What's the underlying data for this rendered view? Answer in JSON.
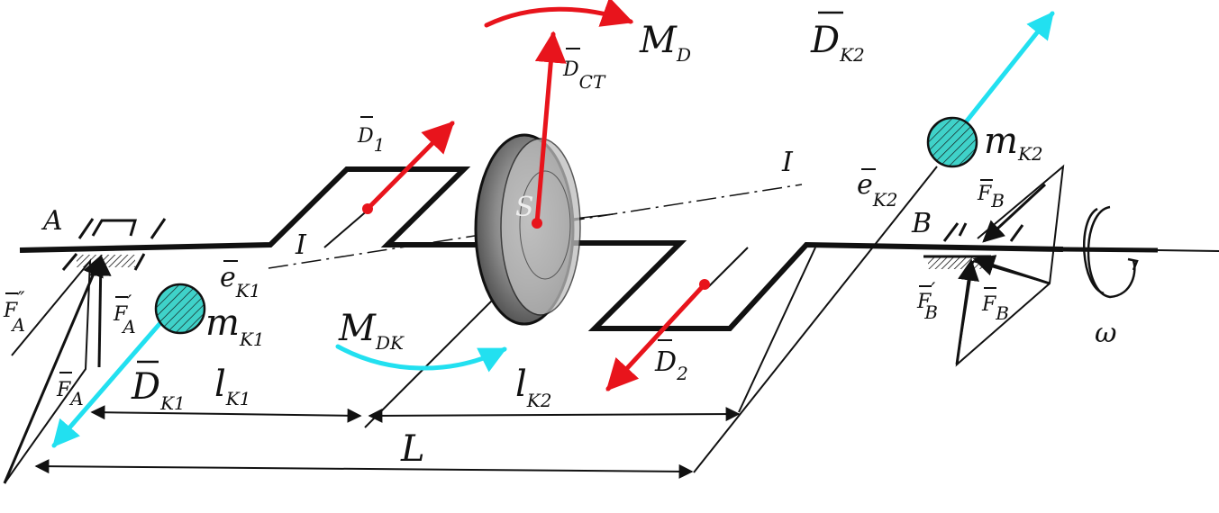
{
  "colors": {
    "shaft": "#111111",
    "red_vector": "#e8141c",
    "cyan_vector": "#22e0f0",
    "mass_fill": "#3fd2c9",
    "disk": "#6b6b6b"
  },
  "labels": {
    "support_a": "A",
    "support_b": "B",
    "section_left": "I",
    "section_right": "I",
    "disk_center": "S",
    "omega": "ω",
    "L": "L",
    "l_k1": {
      "main": "l",
      "sub": "K1"
    },
    "l_k2": {
      "main": "l",
      "sub": "K2"
    },
    "M_D": {
      "main": "M",
      "sub": "D"
    },
    "M_DK": {
      "main": "M",
      "sub": "DK"
    },
    "D_st": {
      "main": "D",
      "sub": "CT"
    },
    "D_1": {
      "main": "D",
      "sub": "1"
    },
    "D_2": {
      "main": "D",
      "sub": "2"
    },
    "D_K1": {
      "main": "D",
      "sub": "K1"
    },
    "D_K2": {
      "main": "D",
      "sub": "K2"
    },
    "e_K1": {
      "main": "e",
      "sub": "K1"
    },
    "e_K2": {
      "main": "e",
      "sub": "K2"
    },
    "m_K1": {
      "main": "m",
      "sub": "K1"
    },
    "m_K2": {
      "main": "m",
      "sub": "K2"
    },
    "F_A": {
      "main": "F",
      "sub": "A"
    },
    "F_A_prime": {
      "main": "F",
      "sup": "′",
      "sub": "A"
    },
    "F_A_dprime": {
      "main": "F",
      "sup": "″",
      "sub": "A"
    },
    "F_B": {
      "main": "F",
      "sub": "B"
    },
    "F_B_prime": {
      "main": "F",
      "sup": "′",
      "sub": "B"
    },
    "F_B_top": {
      "main": "F",
      "sub": "B"
    }
  }
}
